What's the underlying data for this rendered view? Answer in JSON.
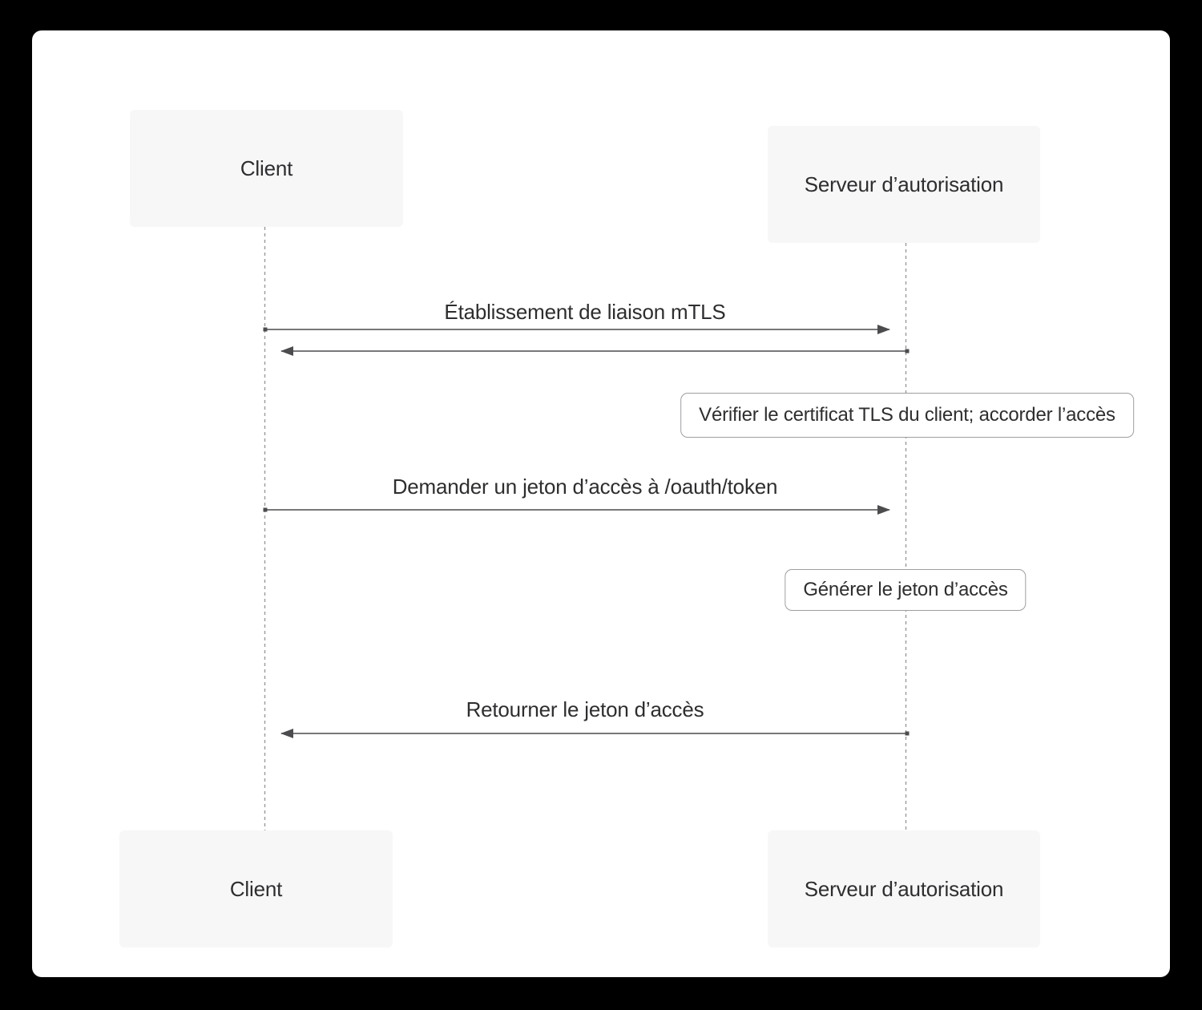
{
  "diagram": {
    "type": "sequence-diagram",
    "actors": {
      "client": {
        "label": "Client"
      },
      "server": {
        "label": "Serveur d’autorisation"
      }
    },
    "messages": [
      {
        "label": "Établissement de liaison mTLS",
        "from": "client",
        "to": "server",
        "kind": "arrow-right"
      },
      {
        "label": "",
        "from": "server",
        "to": "client",
        "kind": "return-arrow-left"
      },
      {
        "label": "Demander un jeton d’accès à /oauth/token",
        "from": "client",
        "to": "server",
        "kind": "arrow-right"
      },
      {
        "label": "Retourner le jeton d’accès",
        "from": "server",
        "to": "client",
        "kind": "arrow-left"
      }
    ],
    "notes": [
      {
        "label": "Vérifier le certificat TLS du client; accorder l’accès",
        "anchor": "server"
      },
      {
        "label": "Générer le jeton d’accès",
        "anchor": "server"
      }
    ],
    "colors": {
      "canvas_background": "#000000",
      "card_background": "#ffffff",
      "actor_box_fill": "#f7f7f8",
      "arrow_stroke": "#4c4c4f",
      "lifeline_stroke": "#9b9b9b",
      "note_border": "#9e9ea1",
      "text": "#2e2e30"
    }
  }
}
